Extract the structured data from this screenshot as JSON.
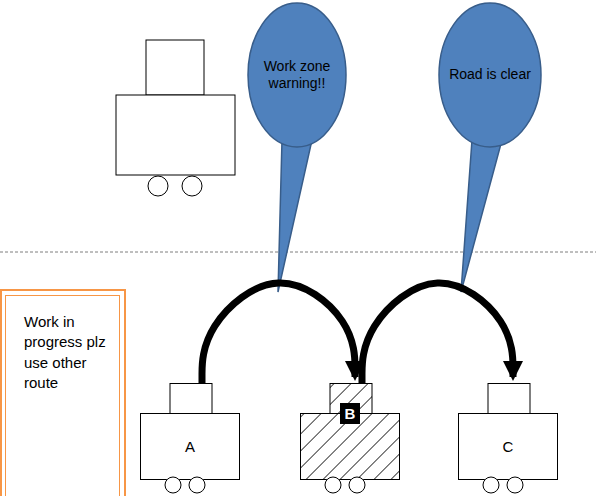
{
  "diagram": {
    "nodes": [
      {
        "text": [
          "Work zone warning!!"
        ]
      },
      {
        "text": [
          "Road is clear"
        ]
      },
      {
        "text": [
          "Work in progress plz use other route"
        ]
      },
      {
        "text": [
          "A"
        ]
      },
      {
        "text": [
          "B"
        ]
      },
      {
        "text": [
          "C"
        ]
      }
    ],
    "edges": [
      {
        "from": 3,
        "to": 4,
        "arrow": "to"
      },
      {
        "from": 4,
        "to": 5,
        "arrow": "to"
      }
    ]
  }
}
